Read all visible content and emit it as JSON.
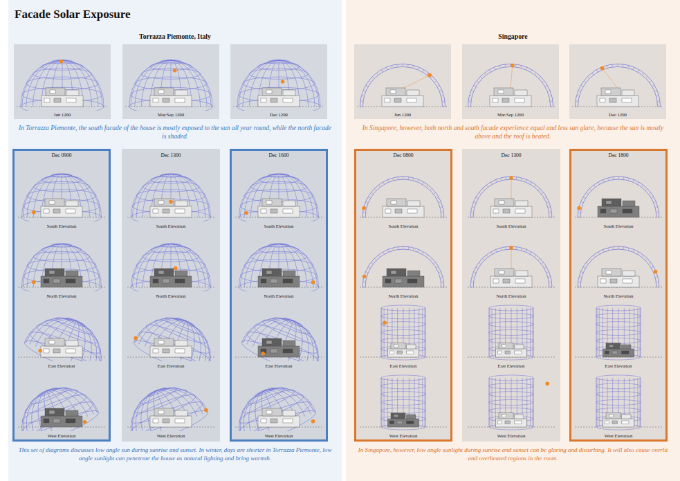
{
  "diagram": {
    "title": "Facade Solar Exposure",
    "nodes": [
      {
        "text": [
          "Torrazza Piemonte, Italy",
          "In Torrazza Piemonte, the south facade of the house is mostly exposed to the sun all year round, while the north facade is shaded.",
          "This set of diagrams discusses low angle sun during sunrise and sunset. In winter, days are shorter in Torrazza Piemonte, low angle sunlight can penetrate the house as natural lighting and bring warmth."
        ]
      },
      {
        "text": [
          "Jun 1200"
        ],
        "in": 0
      },
      {
        "text": [
          "Mar/Sep 1200"
        ],
        "in": 0
      },
      {
        "text": [
          "Dec 1200"
        ],
        "in": 0
      },
      {
        "text": [
          "Dec 0900"
        ],
        "in": 0
      },
      {
        "text": [
          "South Elevation"
        ],
        "in": 4
      },
      {
        "text": [
          "North Elevation"
        ],
        "in": 4
      },
      {
        "text": [
          "East Elevation"
        ],
        "in": 4
      },
      {
        "text": [
          "West Elevation"
        ],
        "in": 4
      },
      {
        "text": [
          "Dec 1300"
        ],
        "in": 0
      },
      {
        "text": [
          "South Elevation"
        ],
        "in": 9
      },
      {
        "text": [
          "North Elevation"
        ],
        "in": 9
      },
      {
        "text": [
          "East Elevation"
        ],
        "in": 9
      },
      {
        "text": [
          "West Elevation"
        ],
        "in": 9
      },
      {
        "text": [
          "Dec 1600"
        ],
        "in": 0
      },
      {
        "text": [
          "South Elevation"
        ],
        "in": 14
      },
      {
        "text": [
          "North Elevation"
        ],
        "in": 14
      },
      {
        "text": [
          "East Elevation"
        ],
        "in": 14
      },
      {
        "text": [
          "West Elevation"
        ],
        "in": 14
      },
      {
        "text": [
          "Singapore",
          "In Singapore, however, both north and south facade experience equal and less sun glare, because the sun is mostly above and the roof is heated.",
          "In Singapore, however, low angle sunlight during sunrise and sunset can be glaring and disturbing. It will also cause overlit and overheated regions in the room."
        ]
      },
      {
        "text": [
          "Jun 1200"
        ],
        "in": 19
      },
      {
        "text": [
          "Mar/Sep 1200"
        ],
        "in": 19
      },
      {
        "text": [
          "Dec 1200"
        ],
        "in": 19
      },
      {
        "text": [
          "Dec 0800"
        ],
        "in": 19
      },
      {
        "text": [
          "South Elevation"
        ],
        "in": 23
      },
      {
        "text": [
          "North Elevation"
        ],
        "in": 23
      },
      {
        "text": [
          "East Elevation"
        ],
        "in": 23
      },
      {
        "text": [
          "West Elevation"
        ],
        "in": 23
      },
      {
        "text": [
          "Dec 1300"
        ],
        "in": 19
      },
      {
        "text": [
          "South Elevation"
        ],
        "in": 28
      },
      {
        "text": [
          "North Elevation"
        ],
        "in": 28
      },
      {
        "text": [
          "East Elevation"
        ],
        "in": 28
      },
      {
        "text": [
          "West Elevation"
        ],
        "in": 28
      },
      {
        "text": [
          "Dec 1800"
        ],
        "in": 19
      },
      {
        "text": [
          "South Elevation"
        ],
        "in": 33
      },
      {
        "text": [
          "North Elevation"
        ],
        "in": 33
      },
      {
        "text": [
          "East Elevation"
        ],
        "in": 33
      },
      {
        "text": [
          "West Elevation"
        ],
        "in": 33
      }
    ]
  }
}
